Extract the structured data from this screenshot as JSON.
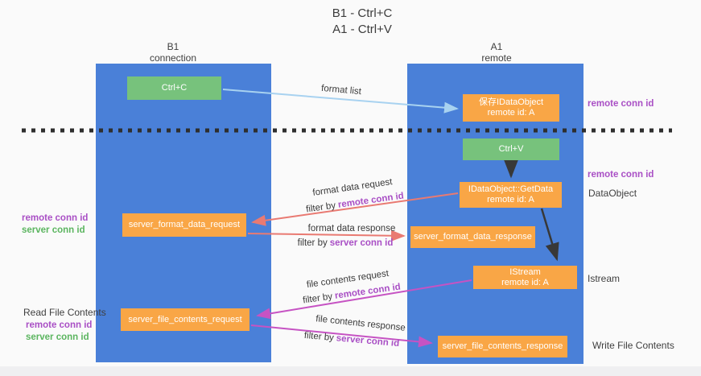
{
  "title": {
    "line1": "B1 - Ctrl+C",
    "line2": "A1 - Ctrl+V"
  },
  "lanes": {
    "left": {
      "header_top": "B1",
      "header_bottom": "connection"
    },
    "right": {
      "header_top": "A1",
      "header_bottom": "remote"
    }
  },
  "nodes": {
    "ctrl_c": {
      "label": "Ctrl+C"
    },
    "save_dataobject": {
      "line1": "保存IDataObject",
      "line2": "remote id: A"
    },
    "ctrl_v": {
      "label": "Ctrl+V"
    },
    "getdata": {
      "line1": "IDataObject::GetData",
      "line2": "remote id: A"
    },
    "server_format_data_request": {
      "label": "server_format_data_request"
    },
    "server_format_data_response": {
      "label": "server_format_data_response"
    },
    "istream": {
      "line1": "IStream",
      "line2": "remote id: A"
    },
    "server_file_contents_request": {
      "label": "server_file_contents_request"
    },
    "server_file_contents_response": {
      "label": "server_file_contents_response"
    }
  },
  "annotations": {
    "remote_conn_id_top_right": "remote conn id",
    "remote_conn_id_mid_right": "remote conn id",
    "dataobject_label": "DataObject",
    "istream_label": "Istream",
    "write_file_contents": "Write File Contents",
    "read_file_contents": "Read File Contents",
    "left_mid_remote": "remote conn id",
    "left_mid_server": "server conn id",
    "left_bottom_remote": "remote conn id",
    "left_bottom_server": "server conn id"
  },
  "flows": {
    "format_list": "format list",
    "format_data_request": "format data request",
    "format_data_response": "format data response",
    "file_contents_request": "file contents request",
    "file_contents_response": "file contents response",
    "filter_by": "filter by",
    "remote_conn_id": "remote conn id",
    "server_conn_id": "server conn id"
  },
  "colors": {
    "lane_blue": "#4a80d8",
    "node_orange": "#f9a646",
    "node_green": "#77c27c",
    "arrow_salmon": "#e97a72",
    "arrow_magenta": "#c653c3",
    "arrow_lightblue": "#a8d2f0",
    "arrow_black": "#383838",
    "text_purple": "#a94fc5",
    "text_green": "#5bb55f"
  }
}
